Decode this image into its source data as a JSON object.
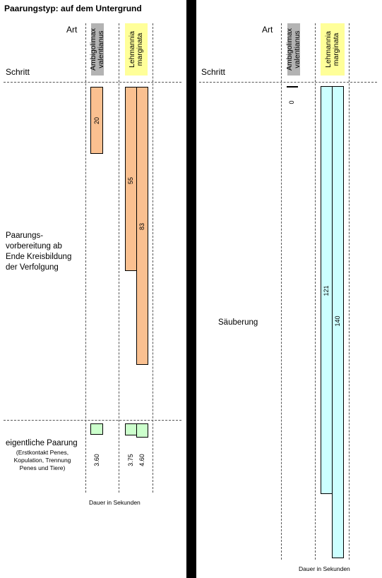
{
  "title": "Paarungstyp: auf dem Untergrund",
  "header": {
    "art": "Art",
    "schritt": "Schritt"
  },
  "species": [
    {
      "name_line1": "Ambigolimax",
      "name_line2": "valentianus",
      "color": "#b3b3b3"
    },
    {
      "name_line1": "Lehmannia",
      "name_line2": "marginata",
      "color": "#ffff99"
    }
  ],
  "steps": {
    "vorbereitung": {
      "line1": "Paarungs-",
      "line2": "vorbereitung ab",
      "line3": "Ende Kreisbildung",
      "line4": "der Verfolgung"
    },
    "paarung": {
      "label": "eigentliche Paarung",
      "note_line1": "(Erstkontakt Penes,",
      "note_line2": "Kopulation, Trennung",
      "note_line3": "Penes und Tiere)"
    },
    "saeuberung": {
      "label": "Säuberung"
    }
  },
  "colors": {
    "vorbereitung_bar": "#fac090",
    "paarung_bar": "#ccffcc",
    "saeuberung_bar": "#ccffff"
  },
  "chart_data": [
    {
      "type": "bar",
      "orientation": "vertical-duration",
      "panel": "left",
      "unit_label": "Dauer in Sekunden",
      "steps": [
        {
          "step": "Paarungsvorbereitung ab Ende Kreisbildung der Verfolgung",
          "bars": [
            {
              "species": "Ambigolimax valentianus",
              "value": 20,
              "label": "20"
            },
            {
              "species": "Lehmannia marginata",
              "value": 55,
              "label": "55"
            },
            {
              "species": "Lehmannia marginata",
              "value": 83,
              "label": "83"
            }
          ]
        },
        {
          "step": "eigentliche Paarung",
          "bars": [
            {
              "species": "Ambigolimax valentianus",
              "value": 3.6,
              "label": "3.60"
            },
            {
              "species": "Lehmannia marginata",
              "value": 3.75,
              "label": "3.75"
            },
            {
              "species": "Lehmannia marginata",
              "value": 4.6,
              "label": "4.60"
            }
          ]
        }
      ]
    },
    {
      "type": "bar",
      "orientation": "vertical-duration",
      "panel": "right",
      "unit_label": "Dauer in Sekunden",
      "steps": [
        {
          "step": "Säuberung",
          "bars": [
            {
              "species": "Ambigolimax valentianus",
              "value": 0,
              "label": "0"
            },
            {
              "species": "Lehmannia marginata",
              "value": 121,
              "label": "121"
            },
            {
              "species": "Lehmannia marginata",
              "value": 140,
              "label": "140"
            }
          ]
        }
      ]
    }
  ]
}
